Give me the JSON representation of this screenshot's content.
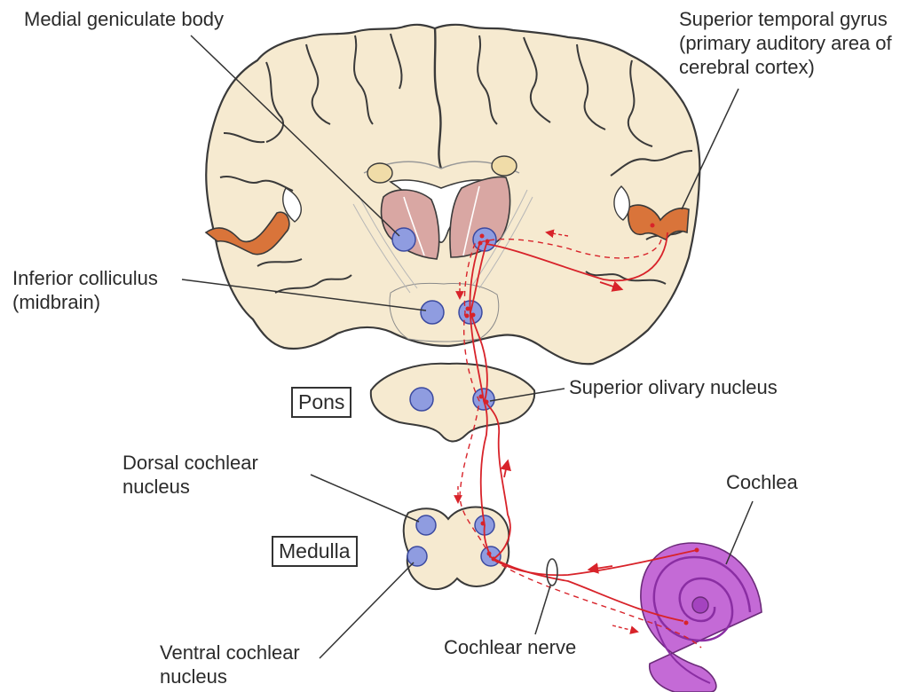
{
  "labels": {
    "medial_geniculate": {
      "lines": [
        "Medial geniculate body"
      ]
    },
    "superior_temporal": {
      "lines": [
        "Superior temporal gyrus",
        "(primary auditory area of",
        "cerebral cortex)"
      ]
    },
    "inferior_colliculus": {
      "lines": [
        "Inferior colliculus",
        "(midbrain)"
      ]
    },
    "pons": {
      "lines": [
        "Pons"
      ]
    },
    "superior_olivary": {
      "lines": [
        "Superior olivary nucleus"
      ]
    },
    "dorsal_cochlear": {
      "lines": [
        "Dorsal cochlear",
        "nucleus"
      ]
    },
    "cochlea": {
      "lines": [
        "Cochlea"
      ]
    },
    "medulla": {
      "lines": [
        "Medulla"
      ]
    },
    "ventral_cochlear": {
      "lines": [
        "Ventral cochlear",
        "nucleus"
      ]
    },
    "cochlear_nerve": {
      "lines": [
        "Cochlear nerve"
      ]
    }
  },
  "colors": {
    "tissue": "#f6ead0",
    "tissue_outline": "#3a3a3a",
    "white_matter": "#f9efd9",
    "auditory_cortex": "#d9743a",
    "thalamus": "#d9a7a3",
    "caudate": "#f0dca8",
    "nucleus": "#8f9ce0",
    "nucleus_outline": "#3b4aa0",
    "pathway": "#d8232a",
    "cochlea_outer": "#c46ad6",
    "cochlea_inner": "#a443bf"
  }
}
